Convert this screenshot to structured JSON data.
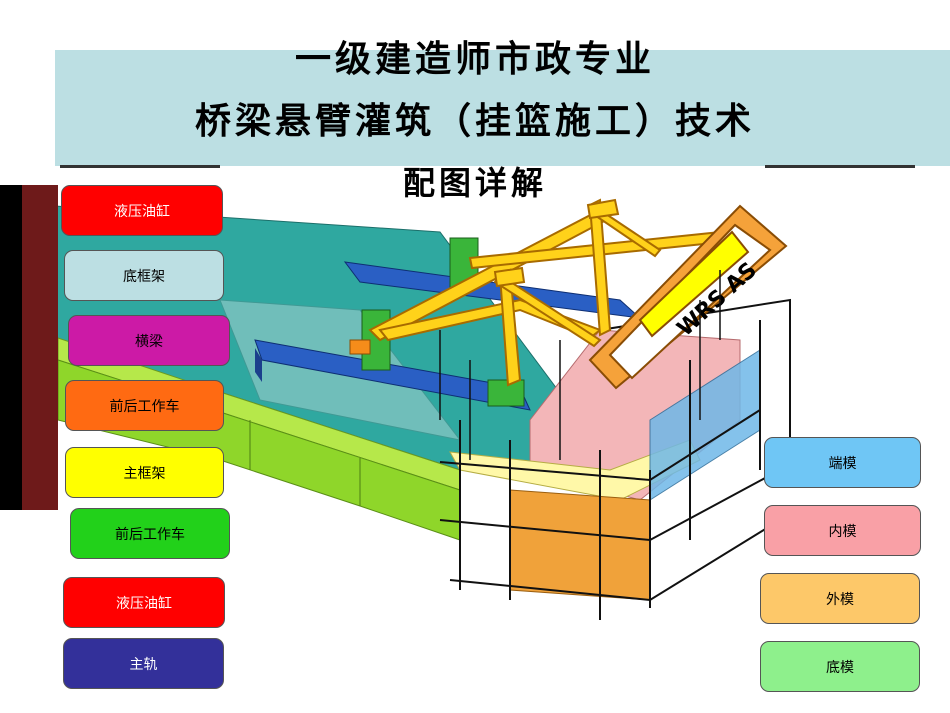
{
  "title": {
    "line1": "一级建造师市政专业",
    "line2": "桥梁悬臂灌筑（挂篮施工）技术",
    "line3": "配图详解"
  },
  "left_labels": [
    {
      "text": "液压油缸",
      "bg": "#ff0000",
      "fg": "#ffffff"
    },
    {
      "text": "底框架",
      "bg": "#bcdfe3",
      "fg": "#000000"
    },
    {
      "text": "横梁",
      "bg": "#cc1aa6",
      "fg": "#000000"
    },
    {
      "text": "前后工作车",
      "bg": "#ff6a12",
      "fg": "#000000"
    },
    {
      "text": "主框架",
      "bg": "#ffff00",
      "fg": "#000000"
    },
    {
      "text": "前后工作车",
      "bg": "#22d11a",
      "fg": "#000000"
    },
    {
      "text": "液压油缸",
      "bg": "#ff0000",
      "fg": "#ffffff"
    },
    {
      "text": "主轨",
      "bg": "#33309a",
      "fg": "#ffffff"
    }
  ],
  "right_labels": [
    {
      "text": "端模",
      "bg": "#6fc6f5",
      "fg": "#000000"
    },
    {
      "text": "内模",
      "bg": "#f9a0a6",
      "fg": "#000000"
    },
    {
      "text": "外模",
      "bg": "#fdc869",
      "fg": "#000000"
    },
    {
      "text": "底模",
      "bg": "#8ef08c",
      "fg": "#000000"
    }
  ],
  "sign_text": "WRS AS",
  "colors": {
    "deck_top": "#2fa8a0",
    "deck_side": "#8fd62a",
    "frame": "#ffd21a",
    "frame_outline": "#c98a00",
    "rail": "#2a5fc4",
    "trolley": "#3ab53a",
    "end_form": "#f3b6b8",
    "outer_form": "#f0a23a",
    "inner_form": "#fff8a8",
    "side_form": "#6fb8e8"
  }
}
